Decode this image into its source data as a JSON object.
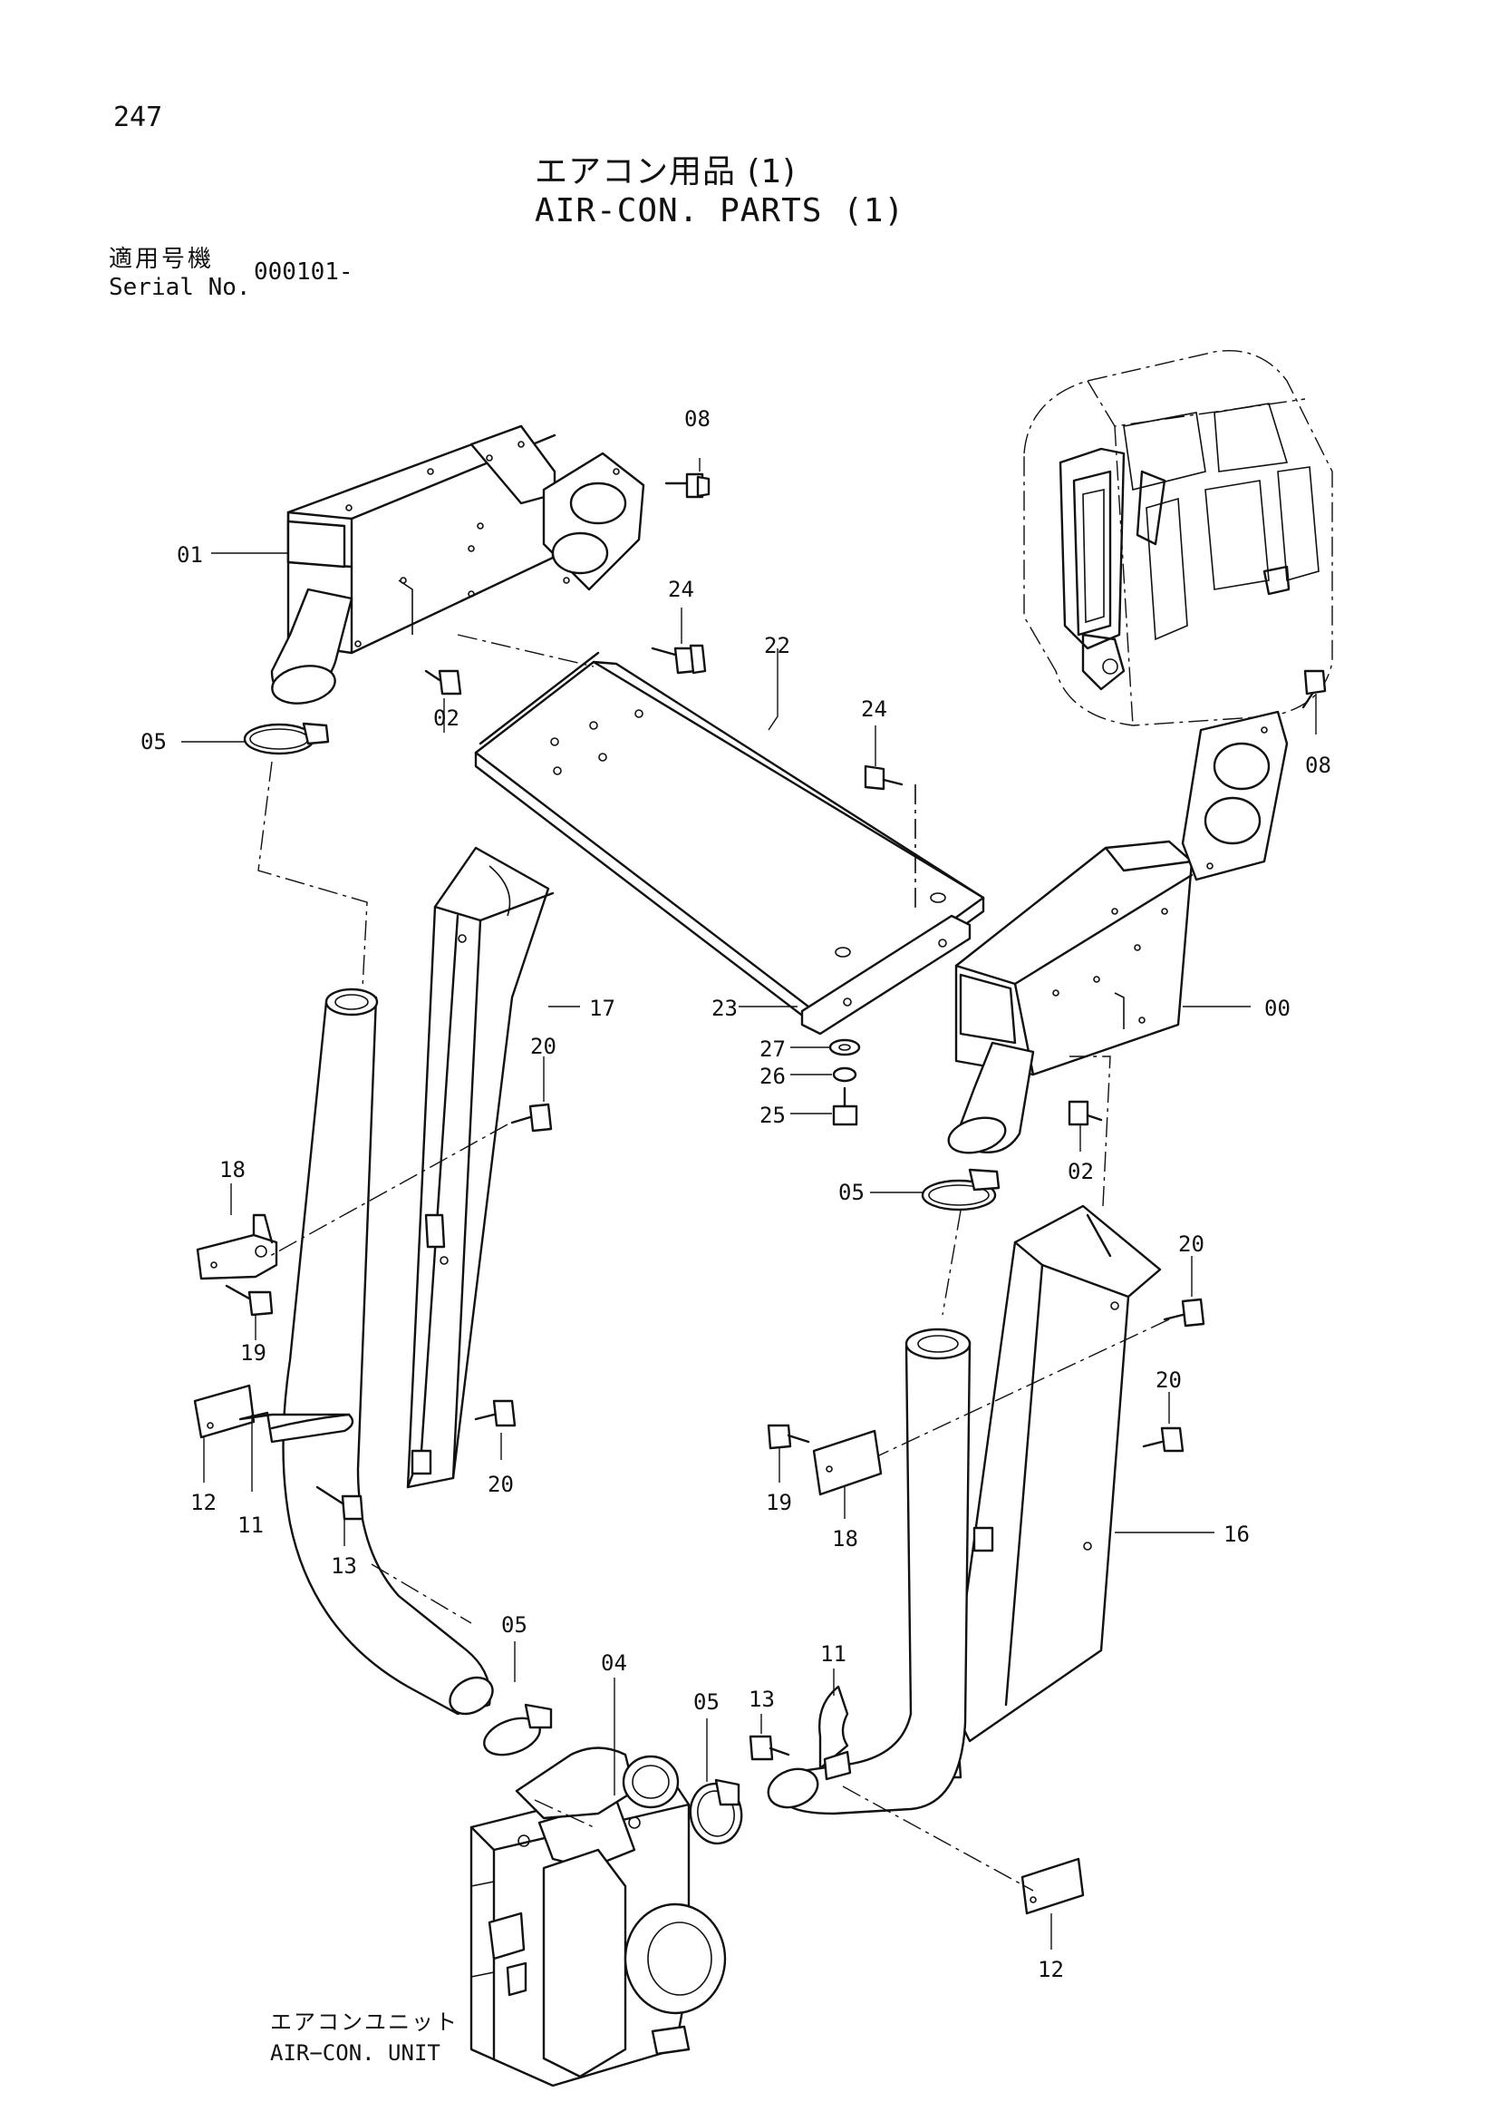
{
  "page_number": "247",
  "title_ja": "エアコン用品 (1)",
  "title_en": "AIR-CON. PARTS (1)",
  "serial_label_ja": "適用号機",
  "serial_label_en": "Serial No.",
  "serial_value": "000101-",
  "unit_label_ja": "エアコンユニット",
  "unit_label_en": "AIR−CON. UNIT",
  "callouts": {
    "c08a": "08",
    "c01": "01",
    "c24a": "24",
    "c22": "22",
    "c05a": "05",
    "c02a": "02",
    "c24b": "24",
    "c08b": "08",
    "c17": "17",
    "c00": "00",
    "c23": "23",
    "c27": "27",
    "c26": "26",
    "c25": "25",
    "c20a": "20",
    "c02b": "02",
    "c05b": "05",
    "c18a": "18",
    "c20b": "20",
    "c19a": "19",
    "c20c": "20",
    "c12a": "12",
    "c11a": "11",
    "c20d": "20",
    "c19b": "19",
    "c18b": "18",
    "c16": "16",
    "c13a": "13",
    "c05c": "05",
    "c04": "04",
    "c05d": "05",
    "c13b": "13",
    "c11b": "11",
    "c12b": "12"
  }
}
